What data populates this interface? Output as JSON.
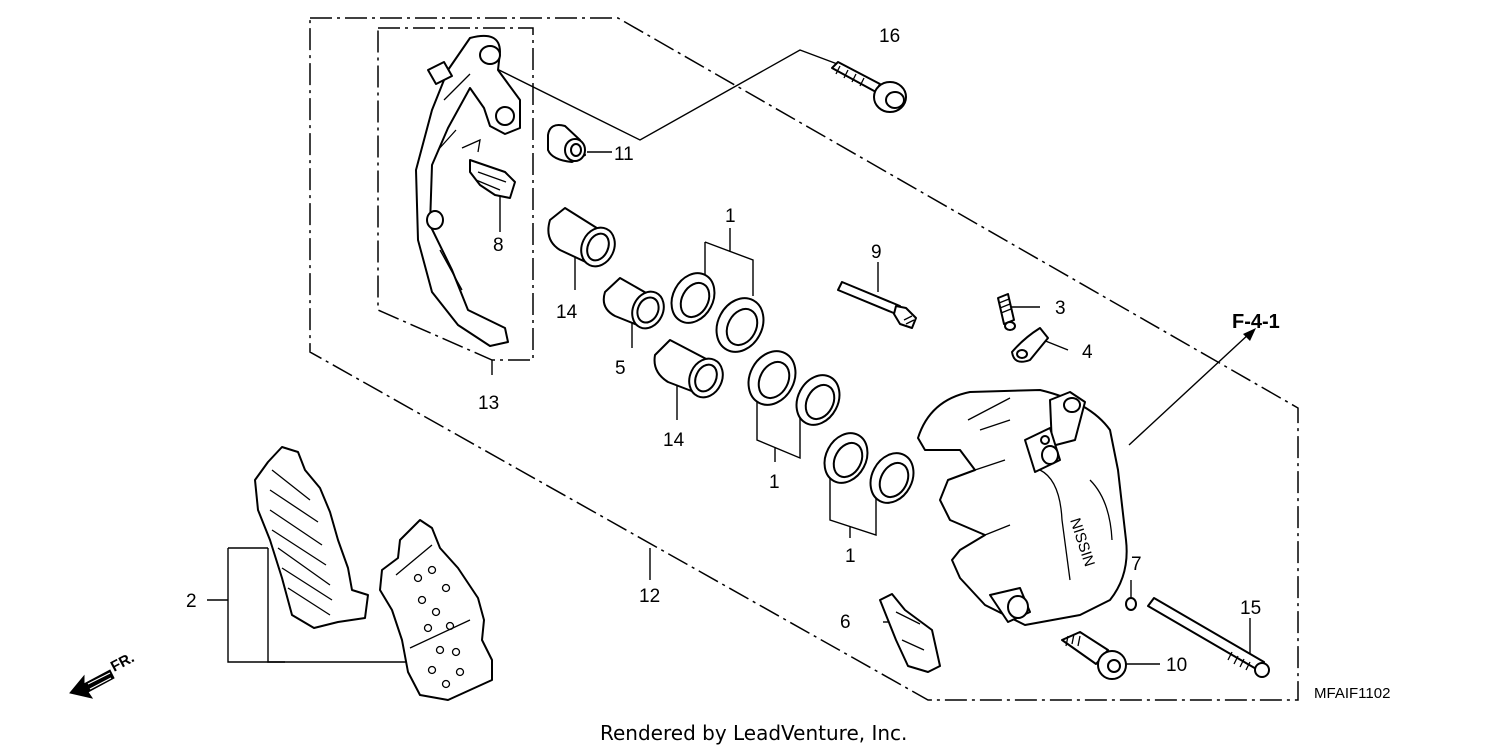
{
  "diagram": {
    "callouts": {
      "c1a": "1",
      "c1b": "1",
      "c1c": "1",
      "c2": "2",
      "c3": "3",
      "c4": "4",
      "c5": "5",
      "c6": "6",
      "c7": "7",
      "c8": "8",
      "c9": "9",
      "c10": "10",
      "c11": "11",
      "c12": "12",
      "c13": "13",
      "c14a": "14",
      "c14b": "14",
      "c15": "15",
      "c16": "16"
    },
    "reference": "F-4-1",
    "diagram_code": "MFAIF1102",
    "direction_label": "FR.",
    "credit": "Rendered by LeadVenture, Inc.",
    "caliper_brand": "NISSIN"
  }
}
